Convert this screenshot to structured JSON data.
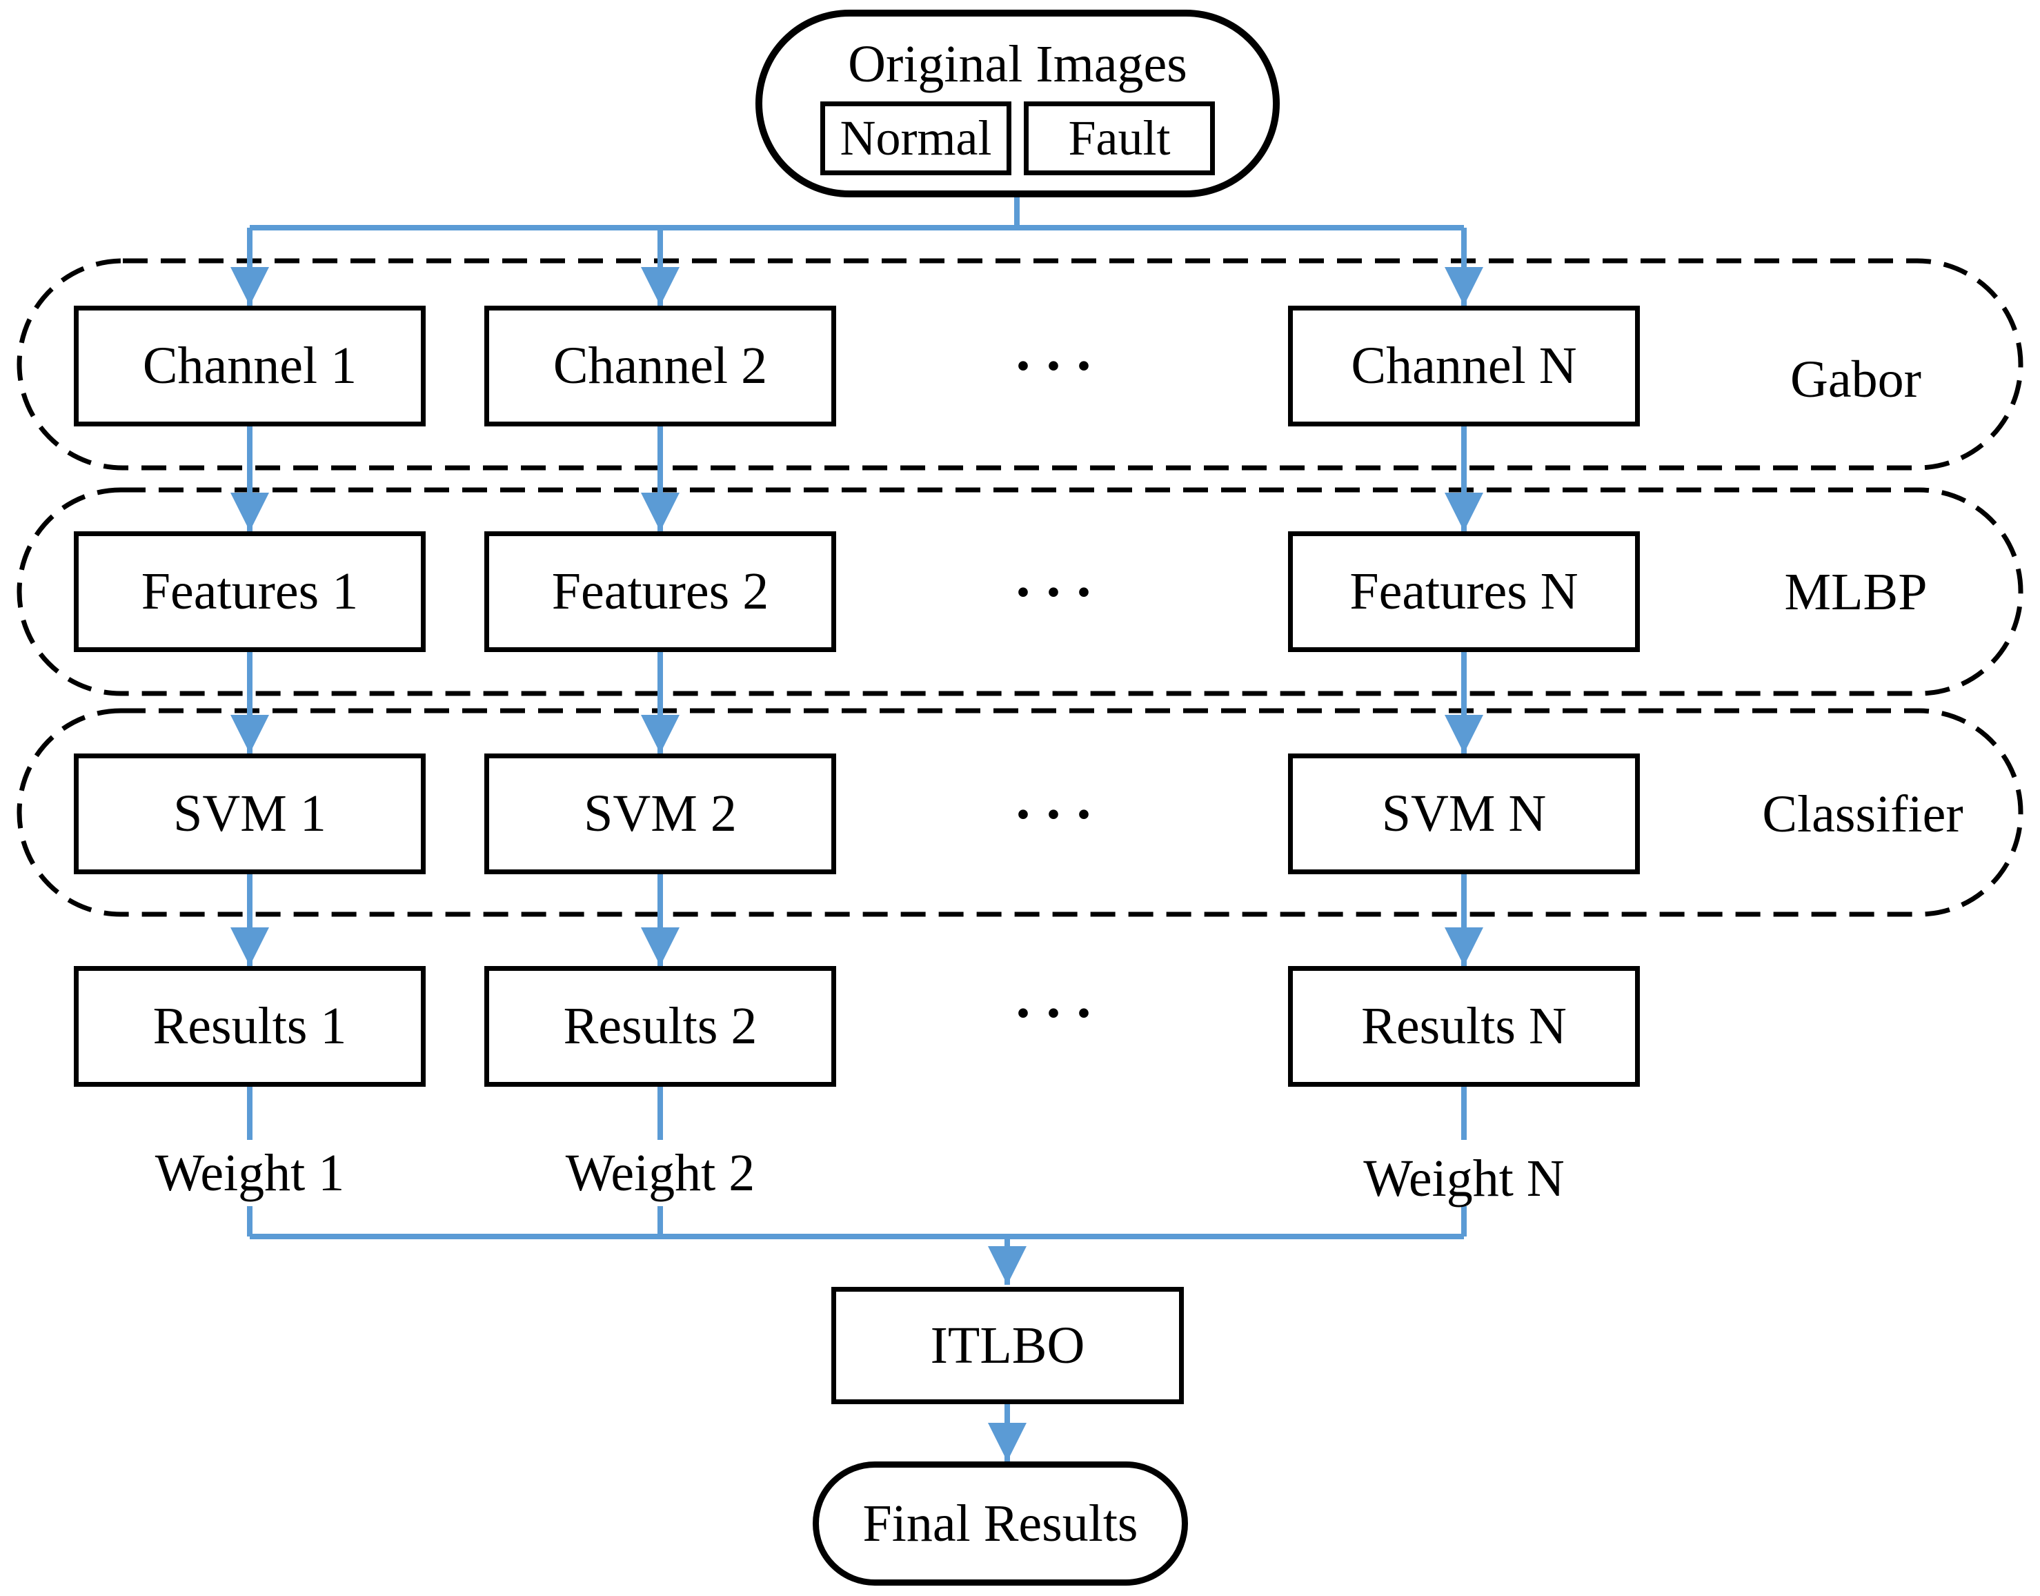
{
  "colors": {
    "arrow_blue": "#5B9BD5",
    "stroke_black": "#000000",
    "background": "#FFFFFF"
  },
  "top_node": {
    "title": "Original Images",
    "classes": [
      "Normal",
      "Fault"
    ]
  },
  "bands": [
    {
      "label": "Gabor"
    },
    {
      "label": "MLBP"
    },
    {
      "label": "Classifier"
    }
  ],
  "grid": {
    "ellipsis": "···",
    "channels": [
      "Channel 1",
      "Channel 2",
      "Channel N"
    ],
    "features": [
      "Features 1",
      "Features 2",
      "Features N"
    ],
    "svms": [
      "SVM 1",
      "SVM 2",
      "SVM N"
    ],
    "results": [
      "Results 1",
      "Results 2",
      "Results N"
    ],
    "weights": [
      "Weight 1",
      "Weight 2",
      "Weight N"
    ]
  },
  "bottom": {
    "optimizer": "ITLBO",
    "final": "Final Results"
  }
}
